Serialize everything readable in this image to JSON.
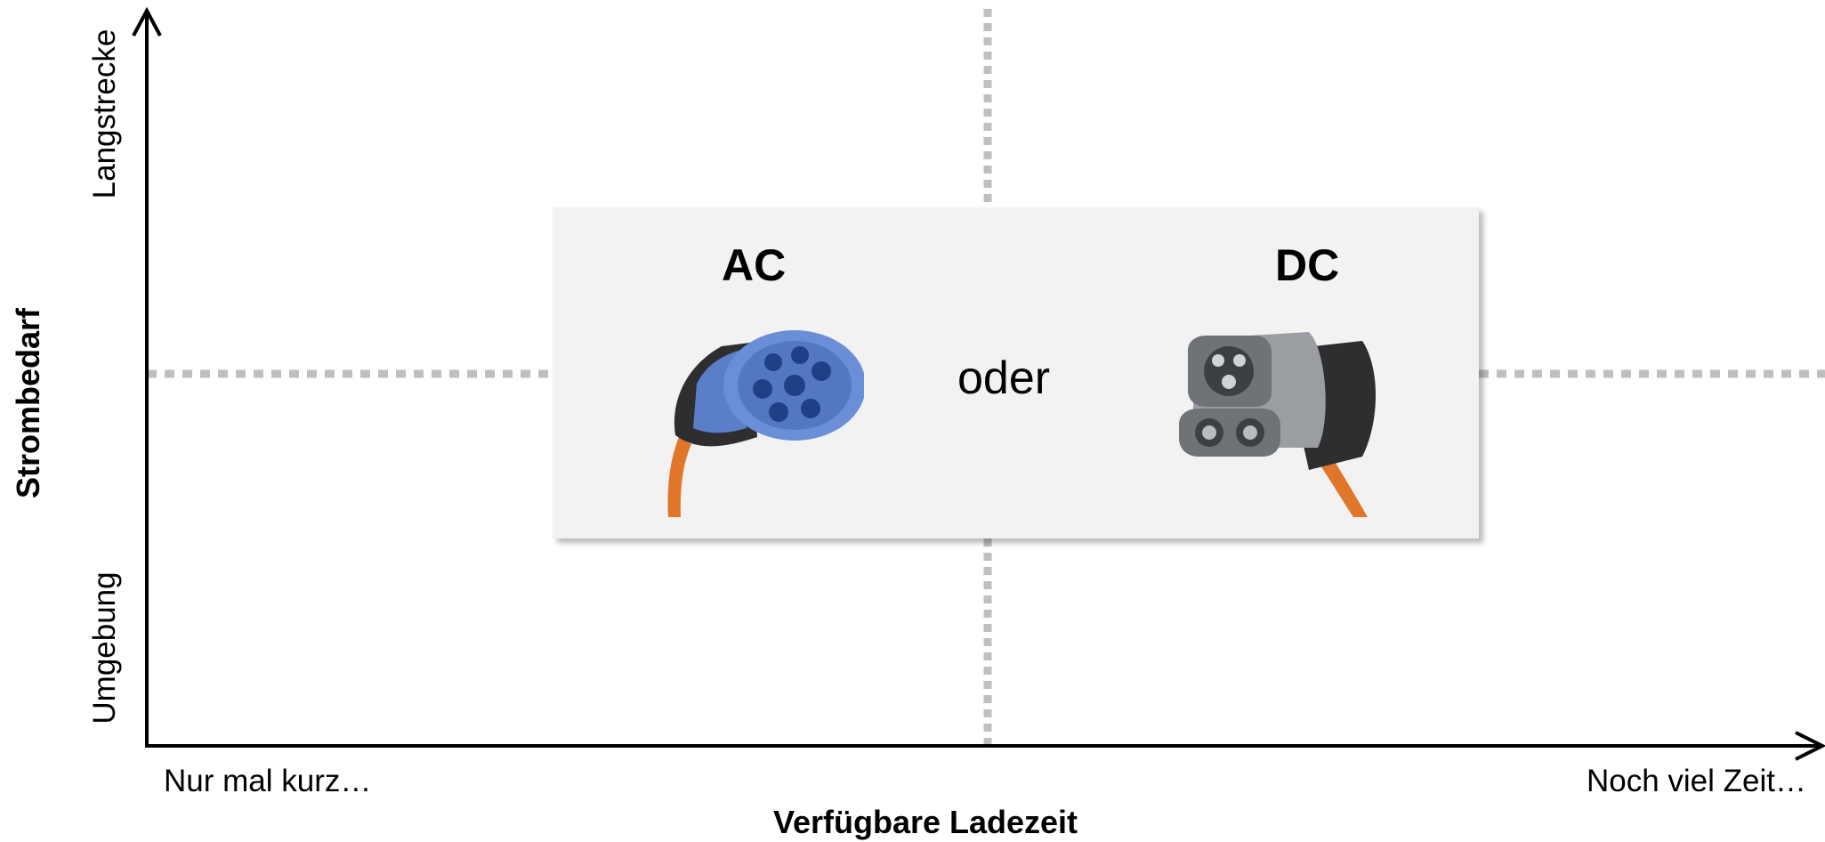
{
  "axes": {
    "x_label": "Verfügbare Ladezeit",
    "x_left_label": "Nur mal kurz…",
    "x_right_label": "Noch viel Zeit…",
    "y_label": "Strombedarf",
    "y_top_label": "Langstrecke",
    "y_bottom_label": "Umgebung"
  },
  "card": {
    "ac_title": "AC",
    "dc_title": "DC",
    "separator": "oder"
  },
  "colors": {
    "axis": "#000000",
    "divider": "#bfbfbf",
    "card_background": "#f2f2f2",
    "ac_plug": "#6b8fd6",
    "dc_plug": "#9a9ea3",
    "cable": "#e0762a"
  },
  "icons": {
    "ac": "ac-type2-plug-icon",
    "dc": "dc-ccs-plug-icon"
  }
}
